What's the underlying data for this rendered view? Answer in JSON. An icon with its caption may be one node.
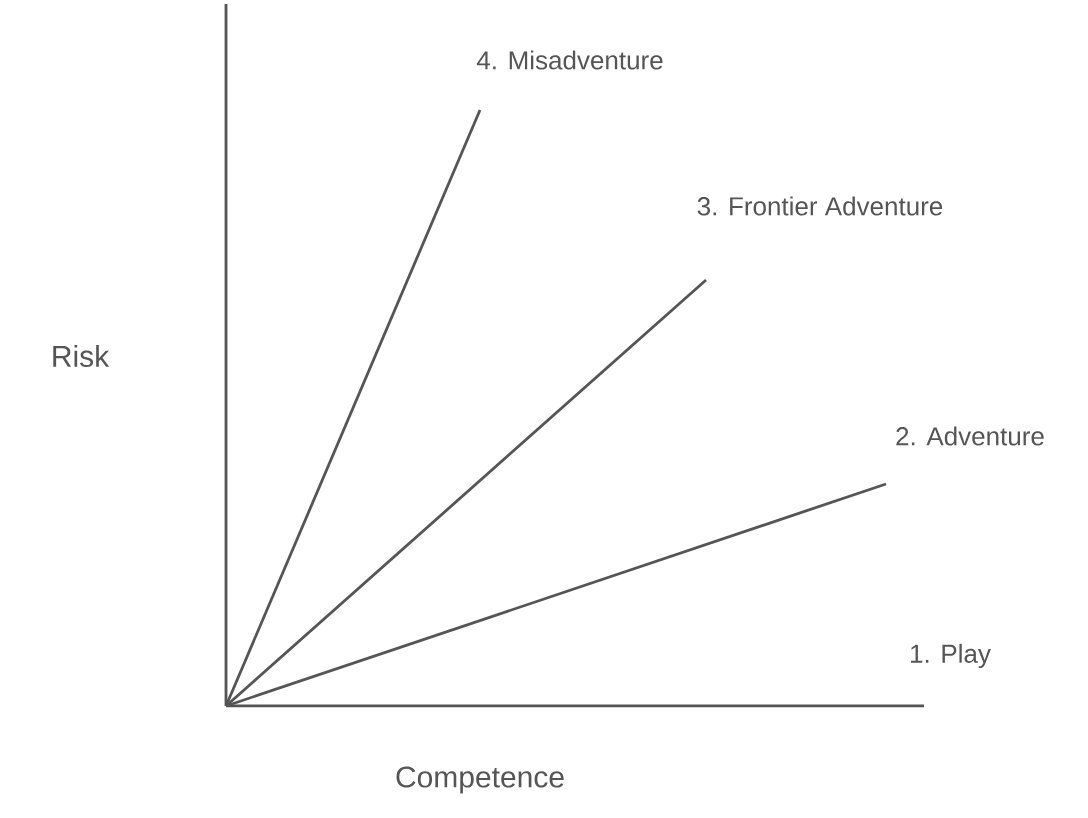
{
  "diagram": {
    "labels": [
      "4. Misadventure",
      "3. Frontier Adventure",
      "Risk",
      "2. Adventure",
      "1. Play",
      "Competence"
    ]
  }
}
